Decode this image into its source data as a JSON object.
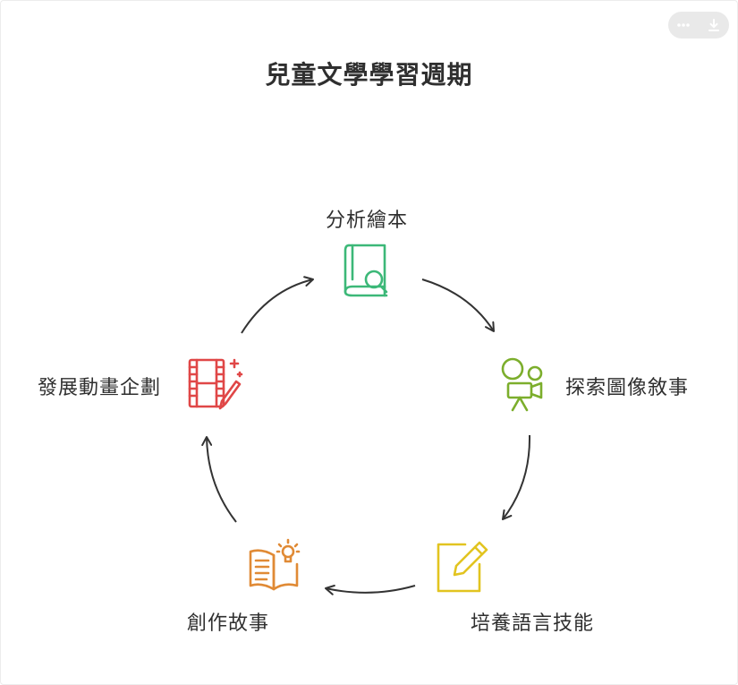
{
  "title": "兒童文學學習週期",
  "steps": [
    {
      "id": "analyze",
      "label": "分析繪本",
      "icon": "book-search-icon",
      "color": "#3cb878"
    },
    {
      "id": "explore",
      "label": "探索圖像敘事",
      "icon": "video-camera-icon",
      "color": "#7cae2c"
    },
    {
      "id": "language",
      "label": "培養語言技能",
      "icon": "pencil-note-icon",
      "color": "#e2c420"
    },
    {
      "id": "create",
      "label": "創作故事",
      "icon": "idea-book-icon",
      "color": "#e08a35"
    },
    {
      "id": "animate",
      "label": "發展動畫企劃",
      "icon": "film-pencil-icon",
      "color": "#e04747"
    }
  ],
  "toolbar": {
    "icons": [
      "more-icon",
      "download-icon"
    ]
  }
}
